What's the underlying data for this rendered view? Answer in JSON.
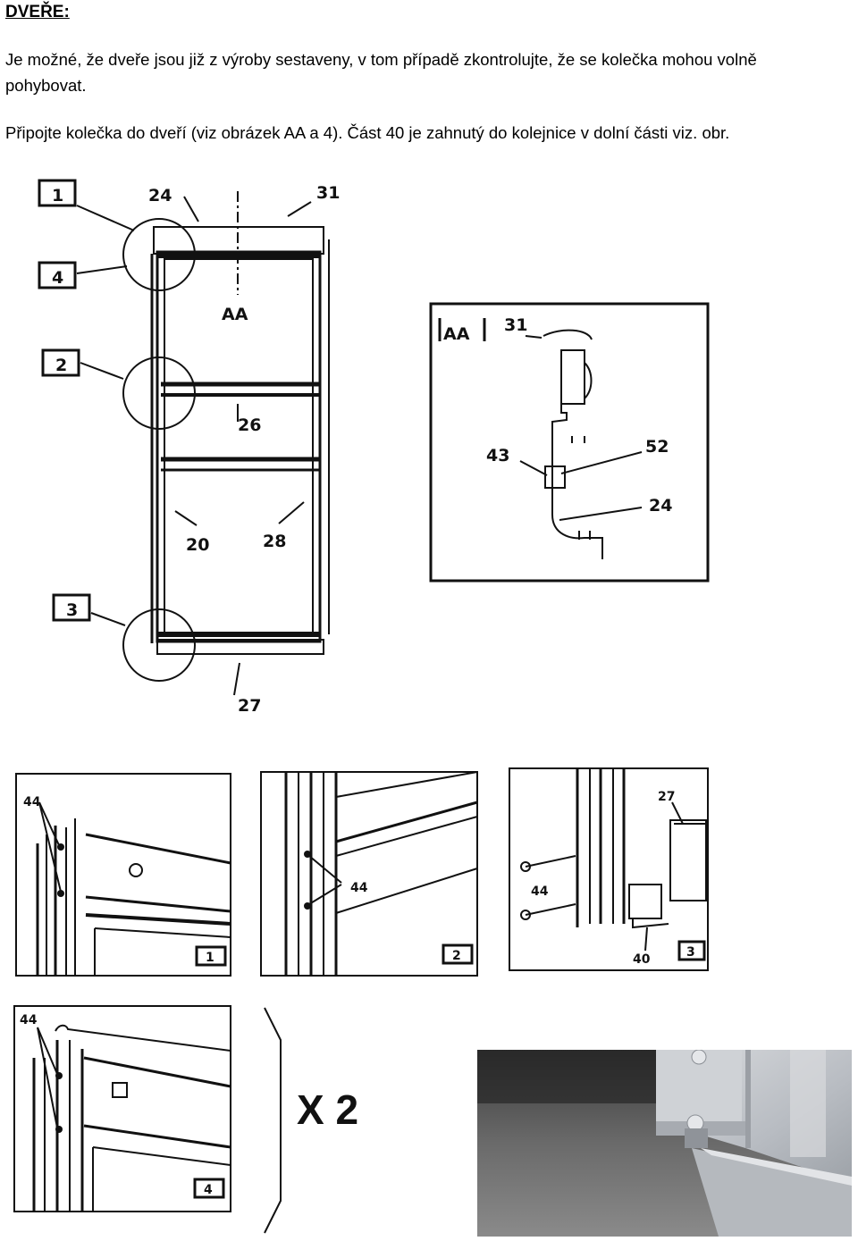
{
  "heading": "DVEŘE:",
  "paragraphs": [
    "Je možné, že dveře jsou již z výroby sestaveny, v tom případě zkontrolujte, že se kolečka mohou volně pohybovat.",
    "Připojte kolečka do dveří (viz obrázek AA a 4). Část 40 je zahnutý do kolejnice v dolní části viz. obr."
  ],
  "main_diagram": {
    "detail_boxes": [
      "1",
      "4",
      "2",
      "3"
    ],
    "callouts": [
      "24",
      "31",
      "AA",
      "26",
      "20",
      "28",
      "27"
    ]
  },
  "detail_aa": {
    "title": "AA",
    "callouts": [
      "31",
      "43",
      "52",
      "24"
    ]
  },
  "detail_figures": [
    {
      "number": "1",
      "callouts": [
        "44"
      ]
    },
    {
      "number": "2",
      "callouts": [
        "44"
      ]
    },
    {
      "number": "3",
      "callouts": [
        "27",
        "44",
        "40"
      ]
    },
    {
      "number": "4",
      "callouts": [
        "44"
      ]
    }
  ],
  "multiplier": "X 2",
  "icons": {
    "photo": "door-roller-photo"
  }
}
